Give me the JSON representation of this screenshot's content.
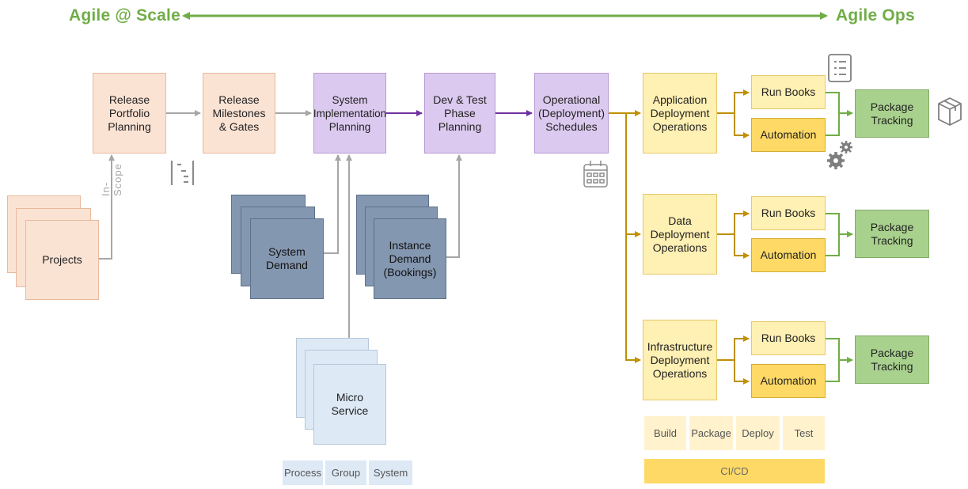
{
  "header": {
    "left_label": "Agile @ Scale",
    "right_label": "Agile Ops"
  },
  "sources": {
    "projects": "Projects",
    "in_scope": "In-Scope",
    "system_demand": "System\nDemand",
    "instance_demand": "Instance\nDemand\n(Bookings)",
    "micro_service": "Micro\nService"
  },
  "pipeline": {
    "release_portfolio": "Release\nPortfolio\nPlanning",
    "release_milestones": "Release\nMilestones\n& Gates",
    "system_impl": "System\nImplementation\nPlanning",
    "dev_test": "Dev & Test\nPhase\nPlanning",
    "operational": "Operational\n(Deployment)\nSchedules"
  },
  "operations": [
    {
      "name": "Application\nDeployment\nOperations",
      "run_books": "Run Books",
      "automation": "Automation",
      "package_tracking": "Package\nTracking"
    },
    {
      "name": "Data\nDeployment\nOperations",
      "run_books": "Run Books",
      "automation": "Automation",
      "package_tracking": "Package\nTracking"
    },
    {
      "name": "Infrastructure\nDeployment\nOperations",
      "run_books": "Run Books",
      "automation": "Automation",
      "package_tracking": "Package\nTracking"
    }
  ],
  "legend_left": [
    "Process",
    "Group",
    "System"
  ],
  "cicd": {
    "steps": [
      "Build",
      "Package",
      "Deploy",
      "Test"
    ],
    "label": "CI/CD"
  },
  "icons": [
    "gantt-icon",
    "calendar-icon",
    "document-list-icon",
    "gears-icon",
    "package-box-icon"
  ],
  "colors": {
    "header_green": "#70ad47",
    "flow_gray": "#a6a6a6",
    "flow_purple": "#7030a0",
    "flow_gold": "#bf9000",
    "flow_green": "#70ad47"
  }
}
